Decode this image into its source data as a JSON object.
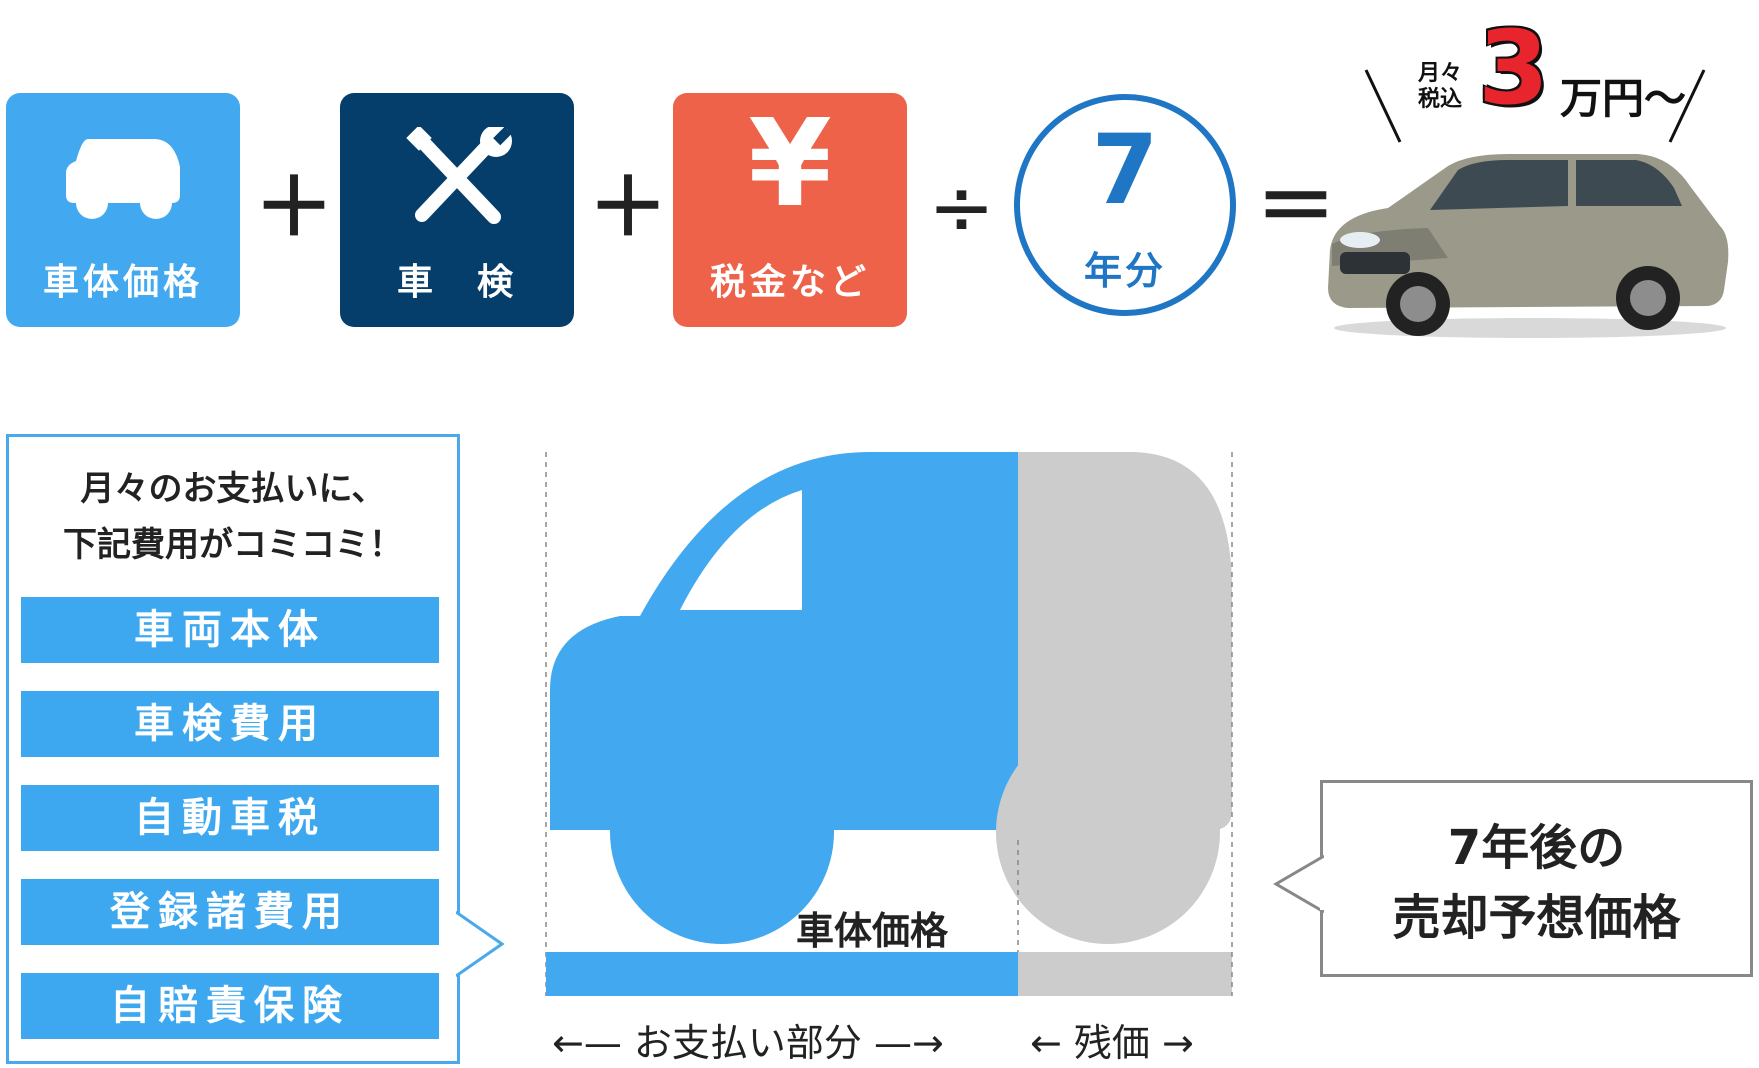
{
  "formula": {
    "tile_body_price": "車体価格",
    "tile_inspection": "車　検",
    "tile_tax": "税金など",
    "yen_symbol": "¥",
    "plus_1": "＋",
    "plus_2": "＋",
    "divide": "÷",
    "years_number": "7",
    "years_unit": "年分",
    "equals": "＝",
    "price_prefix_line1": "月々",
    "price_prefix_line2": "税込",
    "price_number": "3",
    "price_unit": "万円〜",
    "colors": {
      "body_price": "#42a9f0",
      "inspection": "#053d6b",
      "tax": "#ef624a",
      "years": "#1e76c4",
      "price_accent": "#e8242c"
    },
    "icons": [
      "car-icon",
      "tools-icon",
      "yen-icon",
      "suv-photo"
    ]
  },
  "included": {
    "heading_line1": "月々のお支払いに、",
    "heading_line2": "下記費用がコミコミ！",
    "items": [
      "車両本体",
      "車検費用",
      "自動車税",
      "登録諸費用",
      "自賠責保険"
    ]
  },
  "breakdown": {
    "car_label": "車体価格",
    "payment_part": "←— お支払い部分 —→",
    "residual": "← 残価 →",
    "resale_line1": "7年後の",
    "resale_line2": "売却予想価格",
    "colors": {
      "payment": "#42a9f0",
      "residual": "#cccccc"
    }
  }
}
